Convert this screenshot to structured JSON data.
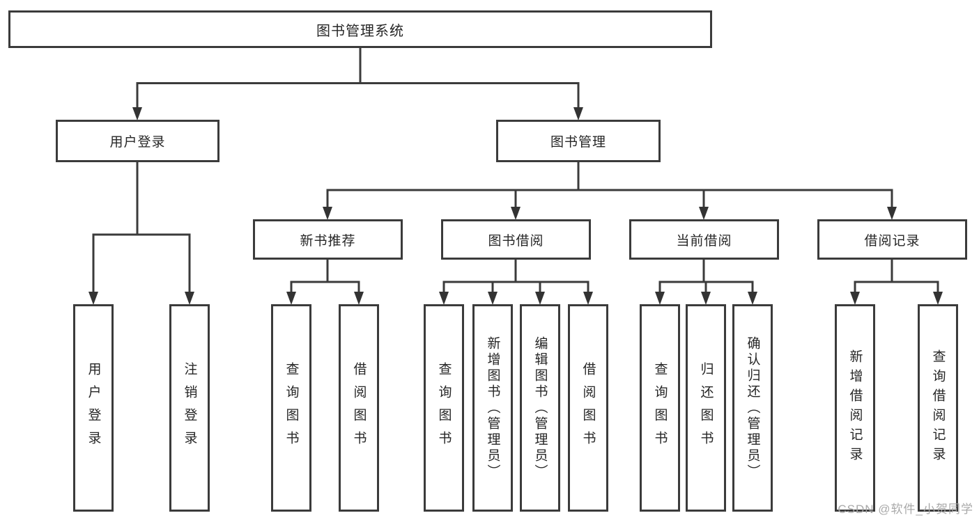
{
  "diagram": {
    "title": "图书管理系统",
    "type": "hierarchy-structure-chart",
    "colors": {
      "line": "#3b3b3b",
      "box_border": "#3b3b3b",
      "box_fill": "#ffffff",
      "text": "#262626",
      "watermark": "#a5a5a5"
    },
    "nodes": {
      "root": {
        "label": "图书管理系统"
      },
      "user_login": {
        "label": "用户登录"
      },
      "book_mgmt": {
        "label": "图书管理"
      },
      "new_book_rec": {
        "label": "新书推荐"
      },
      "book_borrowing": {
        "label": "图书借阅"
      },
      "current_borrow": {
        "label": "当前借阅"
      },
      "borrow_records": {
        "label": "借阅记录"
      },
      "leaf_user_login": {
        "label": "用户登录"
      },
      "leaf_logout": {
        "label": "注销登录"
      },
      "leaf_query_book_1": {
        "label": "查询图书"
      },
      "leaf_borrow_book_1": {
        "label": "借阅图书"
      },
      "leaf_query_book_2": {
        "label": "查询图书"
      },
      "leaf_add_book": {
        "label": "新增图书（管理员）"
      },
      "leaf_edit_book": {
        "label": "编辑图书（管理员）"
      },
      "leaf_borrow_book_2": {
        "label": "借阅图书"
      },
      "leaf_query_book_3": {
        "label": "查询图书"
      },
      "leaf_return_book": {
        "label": "归还图书"
      },
      "leaf_confirm_return": {
        "label": "确认归还（管理员）"
      },
      "leaf_add_record": {
        "label": "新增借阅记录"
      },
      "leaf_query_record": {
        "label": "查询借阅记录"
      }
    },
    "edges": [
      {
        "from": "root",
        "to": "user_login"
      },
      {
        "from": "root",
        "to": "book_mgmt"
      },
      {
        "from": "user_login",
        "to": "leaf_user_login"
      },
      {
        "from": "user_login",
        "to": "leaf_logout"
      },
      {
        "from": "book_mgmt",
        "to": "new_book_rec"
      },
      {
        "from": "book_mgmt",
        "to": "book_borrowing"
      },
      {
        "from": "book_mgmt",
        "to": "current_borrow"
      },
      {
        "from": "book_mgmt",
        "to": "borrow_records"
      },
      {
        "from": "new_book_rec",
        "to": "leaf_query_book_1"
      },
      {
        "from": "new_book_rec",
        "to": "leaf_borrow_book_1"
      },
      {
        "from": "book_borrowing",
        "to": "leaf_query_book_2"
      },
      {
        "from": "book_borrowing",
        "to": "leaf_add_book"
      },
      {
        "from": "book_borrowing",
        "to": "leaf_edit_book"
      },
      {
        "from": "book_borrowing",
        "to": "leaf_borrow_book_2"
      },
      {
        "from": "current_borrow",
        "to": "leaf_query_book_3"
      },
      {
        "from": "current_borrow",
        "to": "leaf_return_book"
      },
      {
        "from": "current_borrow",
        "to": "leaf_confirm_return"
      },
      {
        "from": "borrow_records",
        "to": "leaf_add_record"
      },
      {
        "from": "borrow_records",
        "to": "leaf_query_record"
      }
    ]
  },
  "watermark": {
    "text": "CSDN @软件_小贺同学"
  }
}
